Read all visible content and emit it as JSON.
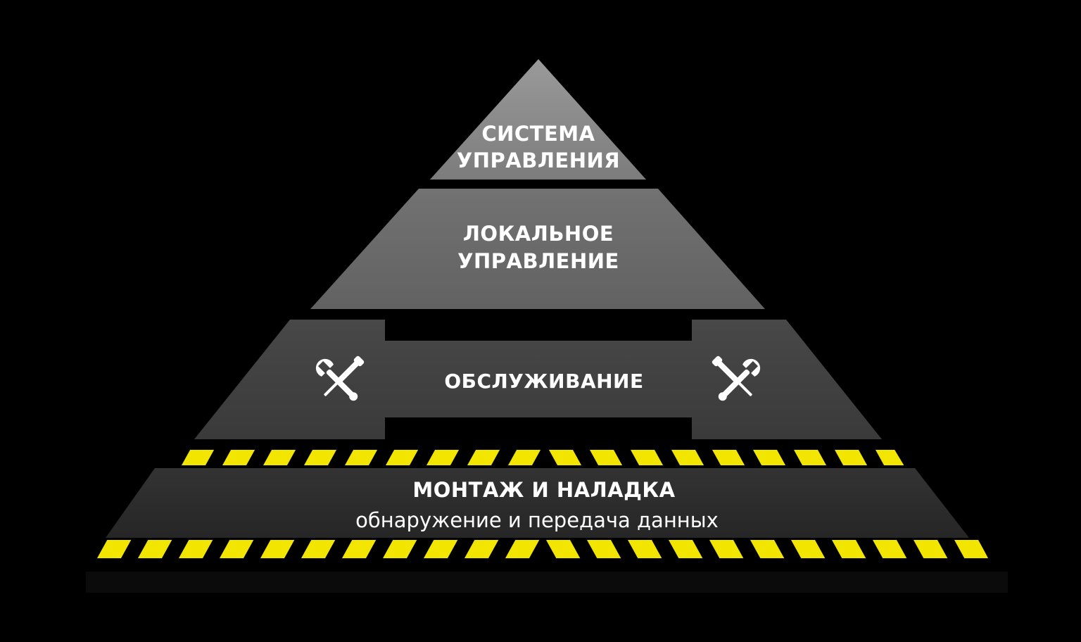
{
  "pyramid": {
    "tiers": [
      {
        "lines": [
          "СИСТЕМА",
          "УПРАВЛЕНИЯ"
        ],
        "color": "#8a8a8a"
      },
      {
        "lines": [
          "ЛОКАЛЬНОЕ",
          "УПРАВЛЕНИЕ"
        ],
        "color": "#6a6a6a"
      },
      {
        "lines": [
          "ОБСЛУЖИВАНИЕ"
        ],
        "color": "#3f3f3f",
        "icons": [
          "wrench-screwdriver-icon",
          "wrench-screwdriver-icon"
        ]
      },
      {
        "title": "МОНТАЖ И НАЛАДКА",
        "subtitle": "обнаружение и передача данных",
        "color": "#2d2d2d"
      }
    ],
    "hazard_stripe_colors": [
      "#f2e600",
      "#000000"
    ]
  }
}
